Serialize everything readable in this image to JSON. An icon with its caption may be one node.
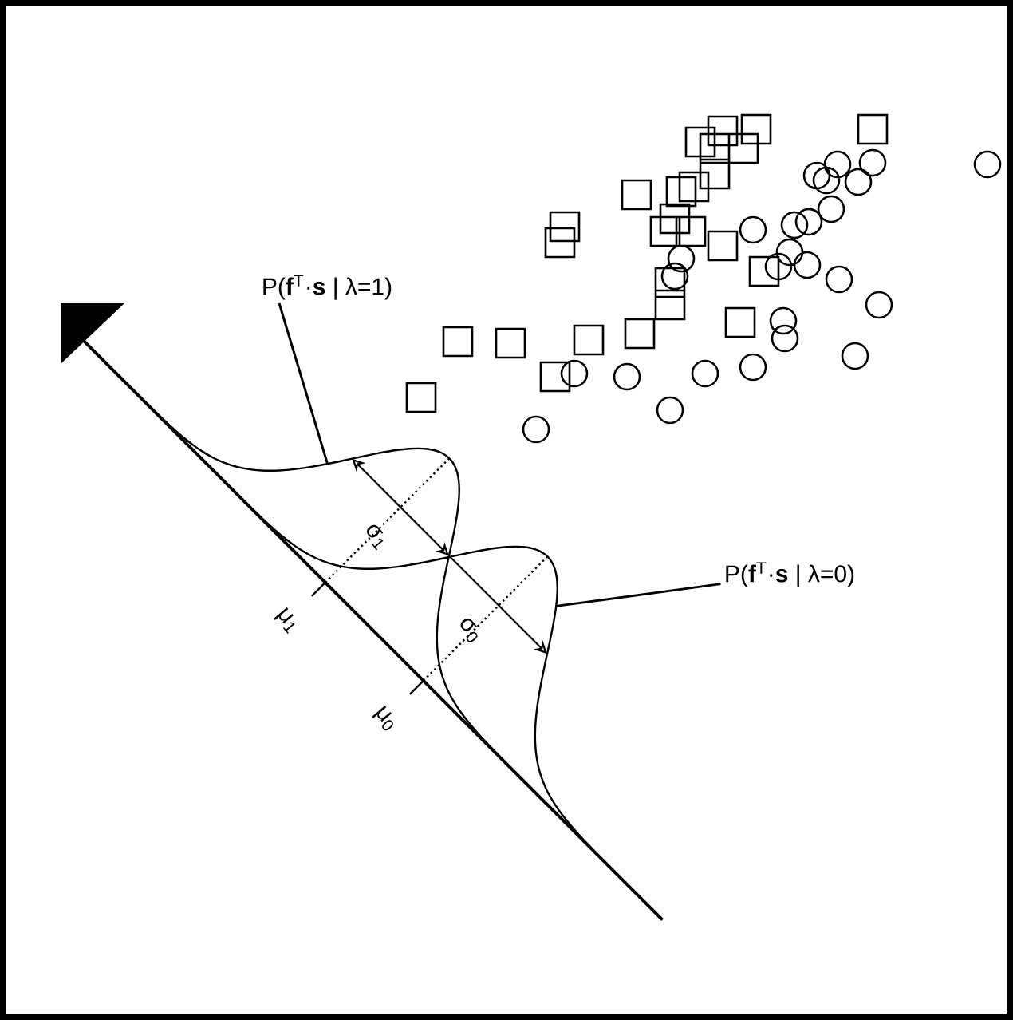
{
  "diagram": {
    "nodes": [
      {
        "text": [
          "P(**f**$^{T}$·**s** | λ=1)"
        ]
      },
      {
        "text": [
          "P(**f**$^{T}$·**s** | λ=0)"
        ]
      }
    ],
    "edges": [
      {
        "from": 0,
        "to": null,
        "arrow": "none"
      },
      {
        "from": 1,
        "to": null,
        "arrow": "none"
      }
    ],
    "labels": [
      "σ$_{1}$",
      "σ$_{0}$",
      "μ$_{1}$",
      "μ$_{0}$"
    ]
  }
}
